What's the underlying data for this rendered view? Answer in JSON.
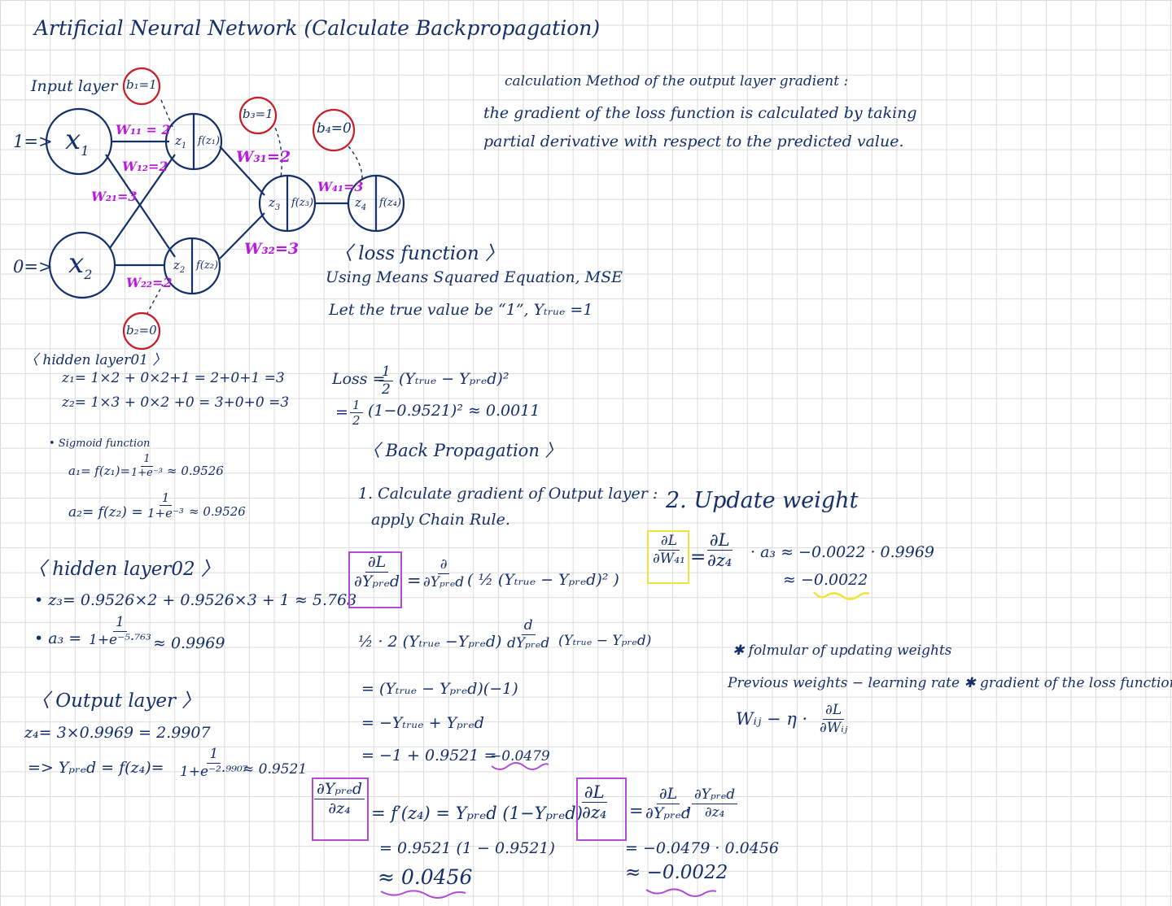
{
  "title": "Artificial Neural Network (Calculate Backpropagation)",
  "network": {
    "input_layer_label": "Input layer",
    "x1": {
      "label": "x",
      "sub": "1",
      "input": "1=>"
    },
    "x2": {
      "label": "x",
      "sub": "2",
      "input": "0=>"
    },
    "z1": {
      "z": "z",
      "sub": "1",
      "f": "f(z₁)"
    },
    "z2": {
      "z": "z",
      "sub": "2",
      "f": "f(z₂)"
    },
    "z3": {
      "z": "z",
      "sub": "3",
      "f": "f(z₃)"
    },
    "z4": {
      "z": "z",
      "sub": "4",
      "f": "f(z₄)"
    },
    "biases": {
      "b1": "b₁=1",
      "b2": "b₂=0",
      "b3": "b₃=1",
      "b4": "b₄=0"
    },
    "weights": {
      "w11": "W₁₁ = 2",
      "w12": "W₁₂=2",
      "w21": "W₂₁=3",
      "w22": "W₂₂=2",
      "w31": "W₃₁=2",
      "w32": "W₃₂=3",
      "w41": "W₄₁=3"
    }
  },
  "gradient_method": {
    "heading": "calculation Method  of the output layer gradient :",
    "line1": "the gradient of the loss function  is calculated  by taking",
    "line2": "partial derivative  with respect to  the predicted  value."
  },
  "loss_function": {
    "heading": "〈 loss function 〉",
    "line1": "Using  Means Squared Equation, MSE",
    "line2": "Let  the  true value  be “1”,  Yₜᵣᵤₑ =1",
    "loss_prefix": "Loss =",
    "loss_expr": "(Yₜᵣᵤₑ − Yₚᵣₑd)²",
    "loss_prefix2": "=",
    "loss_expr2": "(1−0.9521)² ≈ 0.0011"
  },
  "hidden1": {
    "heading": "〈 hidden layer01 〉",
    "z1": "z₁= 1×2 + 0×2+1 = 2+0+1 =3",
    "z2": "z₂= 1×3 + 0×2 +0 = 3+0+0 =3",
    "sigmoid_label": "• Sigmoid function",
    "a1_prefix": "a₁= f(z₁)=",
    "a1_den": "1+e⁻³",
    "a1_res": "≈ 0.9526",
    "a2_prefix": "a₂= f(z₂) =",
    "a2_den": "1+e⁻³",
    "a2_res": "≈ 0.9526",
    "one": "1"
  },
  "hidden2": {
    "heading": "〈 hidden layer02 〉",
    "z3": "• z₃= 0.9526×2 + 0.9526×3 + 1 ≈ 5.763",
    "a3_prefix": "• a₃ =",
    "a3_den": "1+e⁻⁵·⁷⁶³",
    "a3_res": "≈ 0.9969",
    "one": "1"
  },
  "output": {
    "heading": "〈 Output layer 〉",
    "z4": "z₄= 3×0.9969 = 2.9907",
    "ypred_prefix": "=> Yₚᵣₑd = f(z₄)=",
    "ypred_den": "1+e⁻²·⁹⁹⁰⁷",
    "ypred_res": "≈ 0.9521",
    "one": "1"
  },
  "backprop": {
    "heading": "〈 Back Propagation 〉",
    "step1_line1": "1. Calculate gradient of Output layer :",
    "step1_line2": "apply Chain Rule.",
    "dL_dy_num": "∂L",
    "dL_dy_den": "∂Yₚᵣₑd",
    "dL_dy_eq_num": "∂",
    "dL_dy_eq_den": "∂Yₚᵣₑd",
    "dL_dy_eq_rest": "( ½ (Yₜᵣᵤₑ − Yₚᵣₑd)² )",
    "line_a": "½ · 2 (Yₜᵣᵤₑ −Yₚᵣₑd)",
    "line_a_d_num": "d",
    "line_a_d_den": "dYₚᵣₑd",
    "line_a_rest": "(Yₜᵣᵤₑ − Yₚᵣₑd)",
    "line_b": "= (Yₜᵣᵤₑ − Yₚᵣₑd)(−1)",
    "line_c": "= −Yₜᵣᵤₑ + Yₚᵣₑd",
    "line_d": "=   −1 + 0.9521 =",
    "line_d_res": "−0.0479",
    "dy_dz_num": "∂Yₚᵣₑd",
    "dy_dz_den": "∂z₄",
    "dy_dz_eq": "= f′(z₄) = Yₚᵣₑd (1−Yₚᵣₑd)",
    "dy_dz_l2": "= 0.9521 (1 − 0.9521)",
    "dy_dz_l3": "≈ 0.0456",
    "dL_dz_num": "∂L",
    "dL_dz_den": "∂z₄",
    "dL_dz_eq": "=",
    "dL_dz_f1_num": "∂L",
    "dL_dz_f1_den": "∂Yₚᵣₑd",
    "dot": "·",
    "dL_dz_f2_num": "∂Yₚᵣₑd",
    "dL_dz_f2_den": "∂z₄",
    "dL_dz_l2": "= −0.0479 · 0.0456",
    "dL_dz_l3": "≈ −0.0022"
  },
  "update": {
    "heading": "2. Update weight",
    "lhs_num": "∂L",
    "lhs_den": "∂W₄₁",
    "eq": "=",
    "rhs_num": "∂L",
    "rhs_den": "∂z₄",
    "rhs_rest": "· a₃ ≈ −0.0022 · 0.9969",
    "res": "≈  −0.0022"
  },
  "formula": {
    "line1": "✱ folmular of updating weights",
    "line2": "Previous weights − learning rate ✱ gradient of the loss function",
    "line3": "Wᵢⱼ − η ·",
    "frac_num": "∂L",
    "frac_den": "∂Wᵢⱼ"
  },
  "colors": {
    "ink": "#13306b",
    "weight": "#b81be0",
    "bias_circle": "#c81e28",
    "box_purple": "#b24bd8",
    "box_yellow": "#f0e33a"
  }
}
